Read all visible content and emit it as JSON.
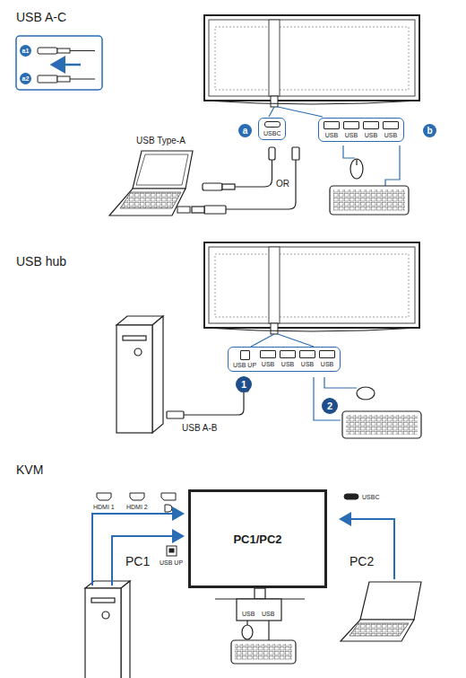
{
  "diagram": {
    "nodes": [
      {
        "text": [
          "USBC"
        ]
      },
      {
        "text": [
          "USB",
          "USB",
          "USB",
          "USB"
        ]
      },
      {
        "text": [
          "USB UP",
          "USB",
          "USB",
          "USB",
          "USB"
        ]
      },
      {
        "text": [
          "PC1/PC2"
        ]
      }
    ],
    "labels": [
      "USB A-C",
      "a1",
      "a2",
      "USB Type-A",
      "a",
      "b",
      "OR",
      "USB hub",
      "1",
      "2",
      "USB A-B",
      "KVM",
      "HDMI 1",
      "HDMI 2",
      "USB UP",
      "USBC",
      "PC1",
      "PC2",
      "USB",
      "USB"
    ]
  }
}
